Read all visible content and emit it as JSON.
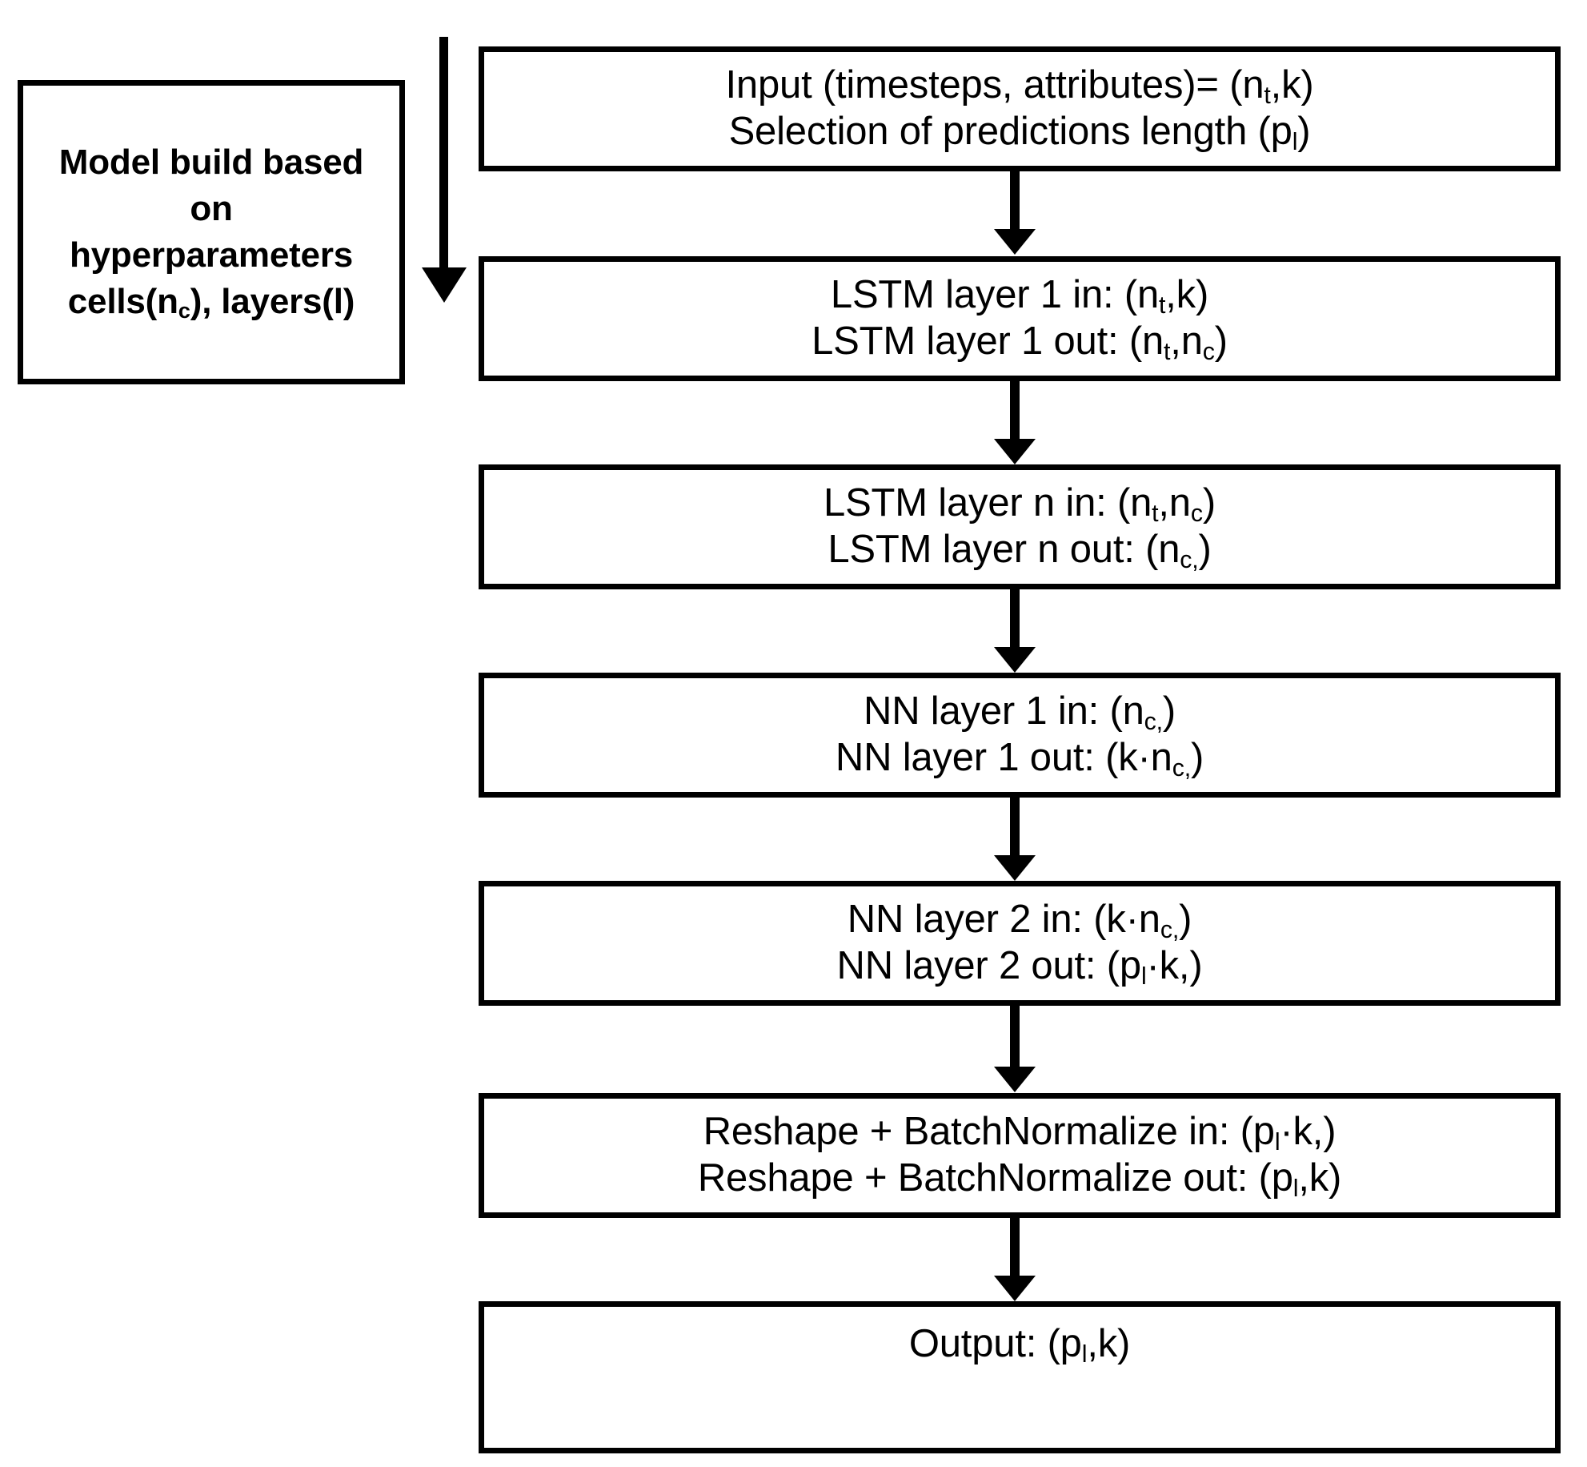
{
  "diagram": {
    "title": "LSTM model architecture flowchart",
    "background_color": "#ffffff",
    "line_color": "#000000"
  },
  "side_note": {
    "name": "model-build-note",
    "lines": [
      "Model build based",
      "on",
      "hyperparameters",
      "cells(n<sub>c</sub>), layers(l)"
    ],
    "plain_text": "Model build based on hyperparameters cells(nc), layers(l)",
    "bold": true
  },
  "process_arrow": {
    "name": "model-build-flow-arrow",
    "direction": "down",
    "label": ""
  },
  "flow": {
    "nodes": [
      {
        "id": "input",
        "name": "input-node",
        "lines": [
          "Input (timesteps, attributes)= (n<sub>t</sub>,k)",
          "Selection of predictions length (p<sub>l</sub>)"
        ],
        "plain_text": "Input (timesteps, attributes)= (nt,k) / Selection of predictions length (pl)"
      },
      {
        "id": "lstm-layer-1",
        "name": "lstm-layer-1-node",
        "lines": [
          "LSTM layer 1 in: (n<sub>t</sub>,k)",
          "LSTM layer 1 out: (n<sub>t</sub>,n<sub>c</sub>)"
        ],
        "plain_text": "LSTM layer 1 in: (nt,k) / LSTM layer 1 out: (nt,nc)"
      },
      {
        "id": "lstm-layer-n",
        "name": "lstm-layer-n-node",
        "lines": [
          "LSTM layer n in: (n<sub>t</sub>,n<sub>c</sub>)",
          "LSTM layer n out: (n<sub>c,</sub>)"
        ],
        "plain_text": "LSTM layer n in: (nt,nc) / LSTM layer n out: (nc,)"
      },
      {
        "id": "nn-layer-1",
        "name": "nn-layer-1-node",
        "lines": [
          "NN layer 1 in: (n<sub>c,</sub>)",
          "NN layer 1 out: (k&middot;n<sub>c,</sub>)"
        ],
        "plain_text": "NN layer 1 in: (nc,) / NN layer 1 out: (k·nc,)"
      },
      {
        "id": "nn-layer-2",
        "name": "nn-layer-2-node",
        "lines": [
          "NN layer 2 in: (k&middot;n<sub>c,</sub>)",
          "NN layer 2 out: (p<sub>l</sub>&middot;k,)"
        ],
        "plain_text": "NN layer 2 in: (k·nc,) / NN layer 2 out: (pl·k,)"
      },
      {
        "id": "reshape-batchnormalize",
        "name": "reshape-batchnormalize-node",
        "lines": [
          "Reshape + BatchNormalize in: (p<sub>l</sub>&middot;k,)",
          "Reshape + BatchNormalize out: (p<sub>l</sub>,k)"
        ],
        "plain_text": "Reshape + BatchNormalize in: (pl·k,) / Reshape + BatchNormalize out: (pl,k)"
      },
      {
        "id": "output",
        "name": "output-node",
        "lines": [
          "Output: (p<sub>l</sub>,k)"
        ],
        "plain_text": "Output: (pl,k)"
      }
    ],
    "edges": [
      {
        "from": "input",
        "to": "lstm-layer-1",
        "label": ""
      },
      {
        "from": "lstm-layer-1",
        "to": "lstm-layer-n",
        "label": ""
      },
      {
        "from": "lstm-layer-n",
        "to": "nn-layer-1",
        "label": ""
      },
      {
        "from": "nn-layer-1",
        "to": "nn-layer-2",
        "label": ""
      },
      {
        "from": "nn-layer-2",
        "to": "reshape-batchnormalize",
        "label": ""
      },
      {
        "from": "reshape-batchnormalize",
        "to": "output",
        "label": ""
      }
    ]
  }
}
